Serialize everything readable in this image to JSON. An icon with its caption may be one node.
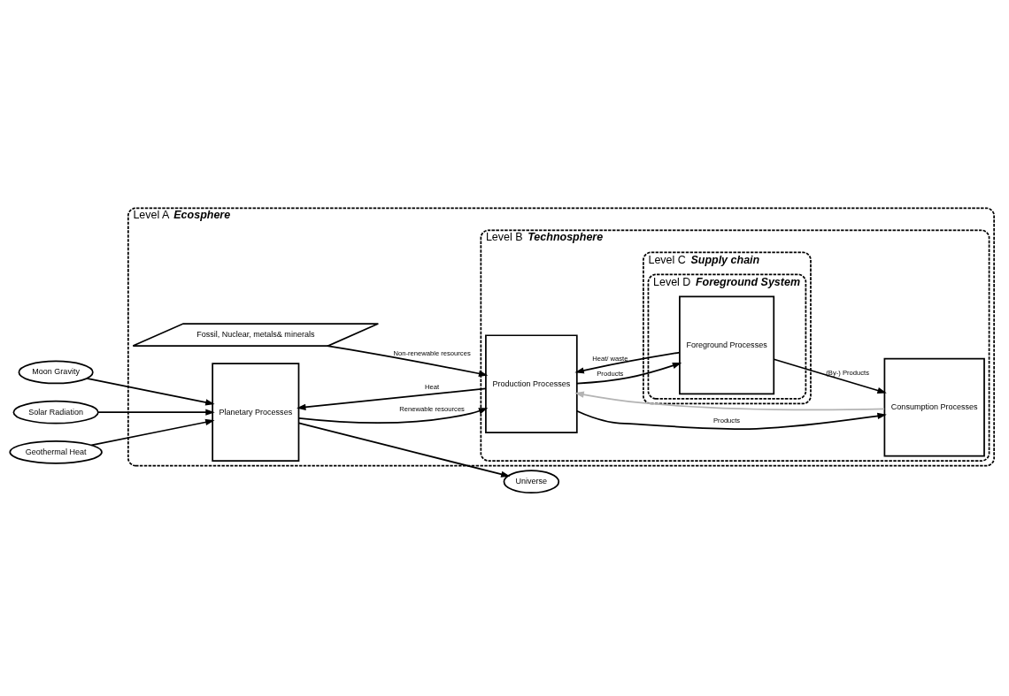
{
  "diagram": {
    "nodes": [
      {
        "text": [
          "Level A",
          "Ecosphere"
        ]
      },
      {
        "text": [
          "Fossil, Nuclear, metals& minerals"
        ],
        "in": 0
      },
      {
        "text": [
          "Planetary Processes"
        ],
        "in": 0
      },
      {
        "text": [
          "Level B",
          "Technosphere"
        ],
        "in": 0
      },
      {
        "text": [
          "Production Processes"
        ],
        "in": 3
      },
      {
        "text": [
          "Consumption Processes"
        ],
        "in": 3
      },
      {
        "text": [
          "Level C",
          "Supply chain"
        ],
        "in": 3
      },
      {
        "text": [
          "Level D",
          "Foreground System"
        ],
        "in": 6
      },
      {
        "text": [
          "Foreground Processes"
        ],
        "in": 7
      },
      {
        "text": [
          "Moon Gravity"
        ]
      },
      {
        "text": [
          "Solar Radiation"
        ]
      },
      {
        "text": [
          "Geothermal Heat"
        ]
      },
      {
        "text": [
          "Universe"
        ]
      }
    ],
    "edges": [
      {
        "from": 1,
        "to": 4,
        "arrow": "to",
        "label": "Non-renewable resources"
      },
      {
        "from": 4,
        "to": 5,
        "arrow": "to",
        "label": "Products"
      },
      {
        "from": 9,
        "to": 2,
        "arrow": "to"
      },
      {
        "from": 10,
        "to": 2,
        "arrow": "to"
      },
      {
        "from": 11,
        "to": 2,
        "arrow": "to"
      },
      {
        "from": 2,
        "to": 4,
        "arrow": "to",
        "label": "Renewable resources"
      },
      {
        "from": 4,
        "to": 8,
        "arrow": "to",
        "label": "Products"
      },
      {
        "from": 8,
        "to": 4,
        "arrow": "to",
        "label": "Heat/ waste"
      },
      {
        "from": 8,
        "to": 5,
        "arrow": "to",
        "label": "(By-) Products"
      },
      {
        "from": 5,
        "to": 4,
        "arrow": "to",
        "color": "#b4b4b4"
      },
      {
        "from": 4,
        "to": 2,
        "arrow": "to",
        "label": "Heat"
      },
      {
        "from": 2,
        "to": 12,
        "arrow": "to"
      }
    ]
  }
}
